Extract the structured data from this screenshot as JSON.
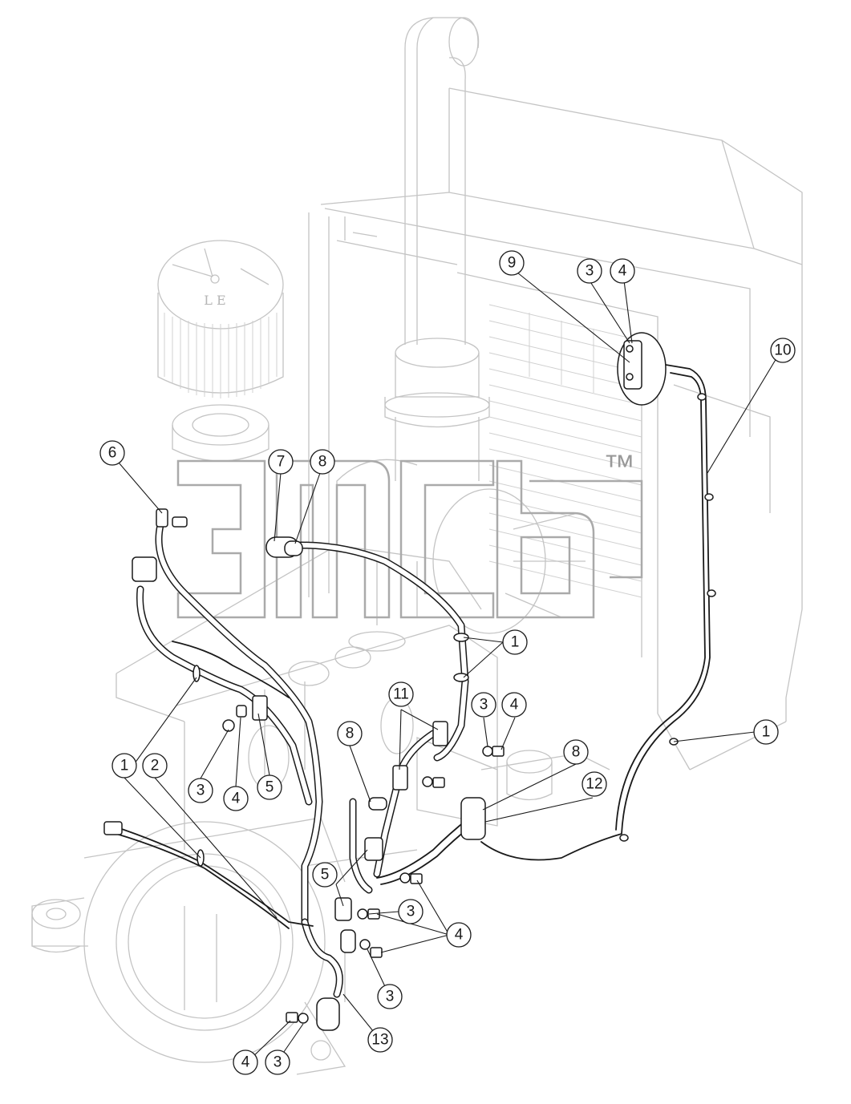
{
  "callouts": [
    {
      "id": "c1a",
      "label": "1"
    },
    {
      "id": "c1b",
      "label": "1"
    },
    {
      "id": "c1c",
      "label": "1"
    },
    {
      "id": "c2",
      "label": "2"
    },
    {
      "id": "c3a",
      "label": "3"
    },
    {
      "id": "c3b",
      "label": "3"
    },
    {
      "id": "c3c",
      "label": "3"
    },
    {
      "id": "c3d",
      "label": "3"
    },
    {
      "id": "c3e",
      "label": "3"
    },
    {
      "id": "c3f",
      "label": "3"
    },
    {
      "id": "c4a",
      "label": "4"
    },
    {
      "id": "c4b",
      "label": "4"
    },
    {
      "id": "c4c",
      "label": "4"
    },
    {
      "id": "c4d",
      "label": "4"
    },
    {
      "id": "c4e",
      "label": "4"
    },
    {
      "id": "c5a",
      "label": "5"
    },
    {
      "id": "c5b",
      "label": "5"
    },
    {
      "id": "c6",
      "label": "6"
    },
    {
      "id": "c7",
      "label": "7"
    },
    {
      "id": "c8a",
      "label": "8"
    },
    {
      "id": "c8b",
      "label": "8"
    },
    {
      "id": "c8c",
      "label": "8"
    },
    {
      "id": "c9",
      "label": "9"
    },
    {
      "id": "c10",
      "label": "10"
    },
    {
      "id": "c11",
      "label": "11"
    },
    {
      "id": "c12",
      "label": "12"
    },
    {
      "id": "c13",
      "label": "13"
    }
  ],
  "filter_text": "L E",
  "watermark": {
    "trademark": "™"
  }
}
